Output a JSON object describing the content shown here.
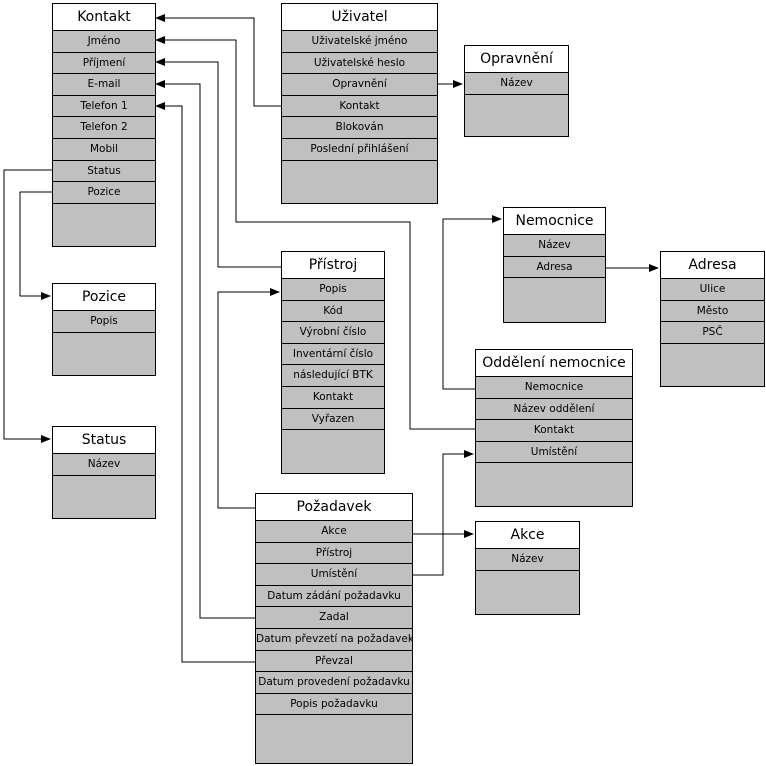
{
  "diagram": {
    "entities": {
      "kontakt": {
        "title": "Kontakt",
        "fields": [
          "Jméno",
          "Příjmení",
          "E-mail",
          "Telefon 1",
          "Telefon 2",
          "Mobil",
          "Status",
          "Pozice"
        ]
      },
      "uzivatel": {
        "title": "Uživatel",
        "fields": [
          "Uživatelské jméno",
          "Uživatelské heslo",
          "Opravnění",
          "Kontakt",
          "Blokován",
          "Poslední přihlášení"
        ]
      },
      "opravneni": {
        "title": "Opravnění",
        "fields": [
          "Název"
        ]
      },
      "nemocnice": {
        "title": "Nemocnice",
        "fields": [
          "Název",
          "Adresa"
        ]
      },
      "adresa": {
        "title": "Adresa",
        "fields": [
          "Ulice",
          "Město",
          "PSČ"
        ]
      },
      "pozice": {
        "title": "Pozice",
        "fields": [
          "Popis"
        ]
      },
      "pristroj": {
        "title": "Přístroj",
        "fields": [
          "Popis",
          "Kód",
          "Výrobní číslo",
          "Inventární číslo",
          "následující BTK",
          "Kontakt",
          "Vyřazen"
        ]
      },
      "oddeleni": {
        "title": "Oddělení nemocnice",
        "fields": [
          "Nemocnice",
          "Název oddělení",
          "Kontakt",
          "Umístění"
        ]
      },
      "status": {
        "title": "Status",
        "fields": [
          "Název"
        ]
      },
      "pozadavek": {
        "title": "Požadavek",
        "fields": [
          "Akce",
          "Přístroj",
          "Umístění",
          "Datum zádání požadavku",
          "Zadal",
          "Datum převzetí na požadavek",
          "Převzal",
          "Datum provedení požadavku",
          "Popis požadavku"
        ]
      },
      "akce": {
        "title": "Akce",
        "fields": [
          "Název"
        ]
      }
    },
    "relationships": [
      {
        "from": "uzivatel.Kontakt",
        "to": "kontakt"
      },
      {
        "from": "uzivatel.Opravnění",
        "to": "opravneni"
      },
      {
        "from": "kontakt.Status",
        "to": "status"
      },
      {
        "from": "kontakt.Pozice",
        "to": "pozice"
      },
      {
        "from": "pristroj.Kontakt",
        "to": "kontakt"
      },
      {
        "from": "oddeleni.Kontakt",
        "to": "kontakt"
      },
      {
        "from": "oddeleni.Nemocnice",
        "to": "nemocnice"
      },
      {
        "from": "nemocnice.Adresa",
        "to": "adresa"
      },
      {
        "from": "pozadavek.Akce",
        "to": "akce"
      },
      {
        "from": "pozadavek.Přístroj",
        "to": "pristroj"
      },
      {
        "from": "pozadavek.Umístění",
        "to": "oddeleni"
      },
      {
        "from": "pozadavek.Zadal",
        "to": "kontakt"
      },
      {
        "from": "pozadavek.Převzal",
        "to": "kontakt"
      }
    ],
    "colors": {
      "header": "#ffffff",
      "body": "#c0c0c0",
      "line": "#000000"
    }
  }
}
